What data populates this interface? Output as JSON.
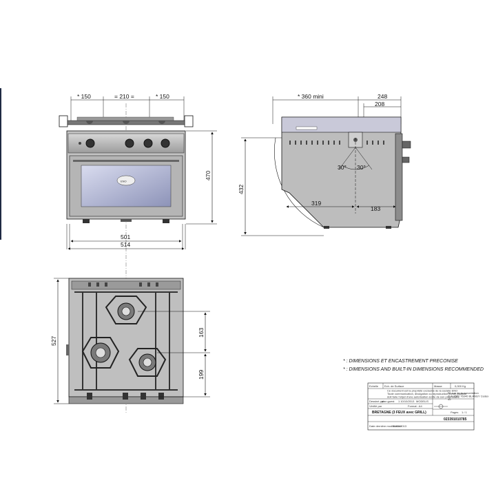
{
  "front_view": {
    "top_dims": [
      "* 150",
      "= 210 =",
      "* 150"
    ],
    "height_dim": "470",
    "width_inner_dim": "501",
    "width_outer_dim": "514",
    "oven_badge": "ENO"
  },
  "side_view": {
    "top_dim_mini": "* 360  mini",
    "top_dim_248": "248",
    "top_dim_208": "208",
    "height_dim": "432",
    "angle_left": "30°",
    "angle_right": "30°",
    "bottom_dim_319": "319",
    "bottom_dim_183": "183"
  },
  "top_view": {
    "depth_dim": "527",
    "dim_163": "163",
    "dim_199": "199"
  },
  "notes": {
    "line1": "* : DIMENSIONS ET ENCASTREMENT PRECONISE",
    "line2": "* : DIMENSIONS AND BUILT-IN DIMENSIONS RECOMMENDED"
  },
  "title_block": {
    "label_1": "Echelle",
    "label_2": "Ech. de Surface",
    "label_3": "Masse",
    "mass_value": "0,000 Kg",
    "legal_1": "Ce document est la propriété exclusive de la société ENO",
    "legal_2": "Toute communication, divulgation ou reproduction même partielle",
    "legal_3": "doit faire l'objet d'une autorisation écrite de son propriétaire",
    "dessine_label": "Dessiné par",
    "dessine_value": "plan.guest",
    "date_value": "1 10/10/2013",
    "modele_label": "MODELIS",
    "verifie_label": "Vérifié par",
    "format_label": "Format : A4",
    "brand_info": "Rf. rue de la concertation ZLF 2502 76340 BLANGY Cedex 45",
    "title": "BRETAGNE (3 FEUX avec GRILL)",
    "pages_label": "Pages",
    "pages_value": "1 / 1",
    "reference": "023391010785",
    "footer_left": "Date dernière modification",
    "footer_right": "10/10/2013"
  },
  "colors": {
    "line": "#111111",
    "body_fill": "#bdbdbd",
    "panel_fill": "#9a9a9a",
    "glass": "#b9bdd8",
    "accent_rule": "#1f2a44"
  }
}
